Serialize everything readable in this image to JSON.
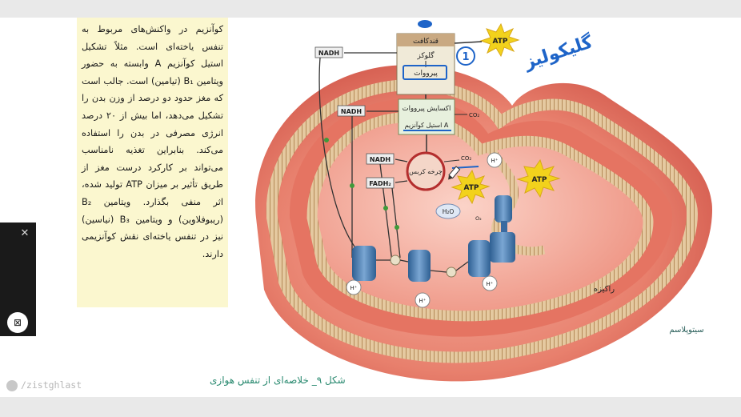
{
  "text_panel": {
    "paragraph": "کوآنزیم در واکنش‌های مربوط به تنفس یاخته‌ای است. مثلاً تشکیل استیل کوآنزیم A وابسته به حضور ویتامین B₁ (تیامین) است. جالب است که مغز حدود دو درصد از وزن بدن را تشکیل می‌دهد، اما بیش از ۲۰ درصد انرژی مصرفی در بدن را استفاده می‌کند. بنابراین تغذیه نامناسب می‌تواند بر کارکرد درست مغز از طریق تأثیر بر میزان ATP تولید شده، اثر منفی بگذارد. ویتامین B₂ (ریبوفلاوین) و ویتامین B₃ (نیاسین) نیز در تنفس یاخته‌ای نقش کوآنزیمی دارند."
  },
  "caption": "شکل ۹_ خلاصه‌ای از تنفس هوازی",
  "watermark": "/zistghlast",
  "overlay": {
    "close_icon": "✕",
    "pip_icon": "⊠"
  },
  "diagram": {
    "glycolysis_header": "قندکافت",
    "glucose": "گلوکز",
    "pyruvate": "پیرووات",
    "pyruvate_oxidation": "اکسایش پیرووات",
    "acetyl_coa": "استیل کوآنزیم A",
    "krebs": "چرخه کربس",
    "nadh": "NADH",
    "fadh2": "FADH₂",
    "atp": "ATP",
    "co2": "CO₂",
    "h2o": "H₂O",
    "h_plus": "H⁺",
    "o2": "O₂",
    "matrix": "راکیزه",
    "cytoplasm": "سیتوپلاسم",
    "handwriting": "گلیکولیز",
    "circled_number": "1"
  },
  "colors": {
    "panel": "#fbf7cf",
    "membrane": "#d9504a",
    "inner": "#f3a89a",
    "atp_star": "#f2d21c",
    "protein": "#4d7fb3",
    "caption": "#2a8a70",
    "annotation_ink": "#1e64c8"
  }
}
